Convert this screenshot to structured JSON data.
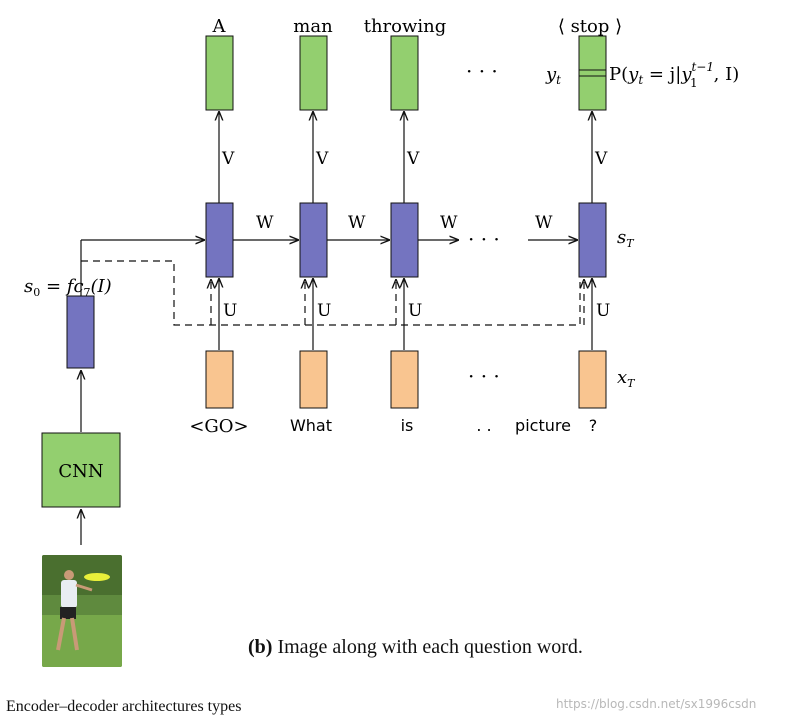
{
  "colors": {
    "output": "#93cf6f",
    "hidden": "#7474c0",
    "input": "#f9c590",
    "cnn": "#93cf6f",
    "line": "#111111"
  },
  "output_words": [
    "A",
    "man",
    "throwing",
    "⟨ stop ⟩"
  ],
  "input_words": [
    "<GO>",
    "What",
    "is",
    ". .",
    "picture",
    "?"
  ],
  "weight_labels": {
    "V": "V",
    "W": "W",
    "U": "U"
  },
  "ellipses": {
    "top": "· · ·",
    "middle": "· · ·",
    "bottom": "· · ·"
  },
  "math": {
    "y_t": "y",
    "y_t_sub": "t",
    "prob_prefix": "P(",
    "prob_y": "y",
    "prob_t": "t",
    "prob_eq": " = j|",
    "prob_y2": "y",
    "prob_sup": "t−1",
    "prob_sub": "1",
    "prob_suffix": ", I)",
    "s_T": "s",
    "s_T_sub": "T",
    "x_T": "x",
    "x_T_sub": "T",
    "s0": "s",
    "s0_sub": "0",
    "s0_rhs": " = fc",
    "s0_rhs_sub": "7",
    "s0_rhs_tail": "(I)"
  },
  "cnn_label": "CNN",
  "image": {
    "description_icon": "photo-person-throwing-frisbee"
  },
  "caption": {
    "bold": "(b)",
    "text": " Image along with each question word."
  },
  "footer": "Encoder–decoder architectures types",
  "watermark": "https://blog.csdn.net/sx1996csdn"
}
